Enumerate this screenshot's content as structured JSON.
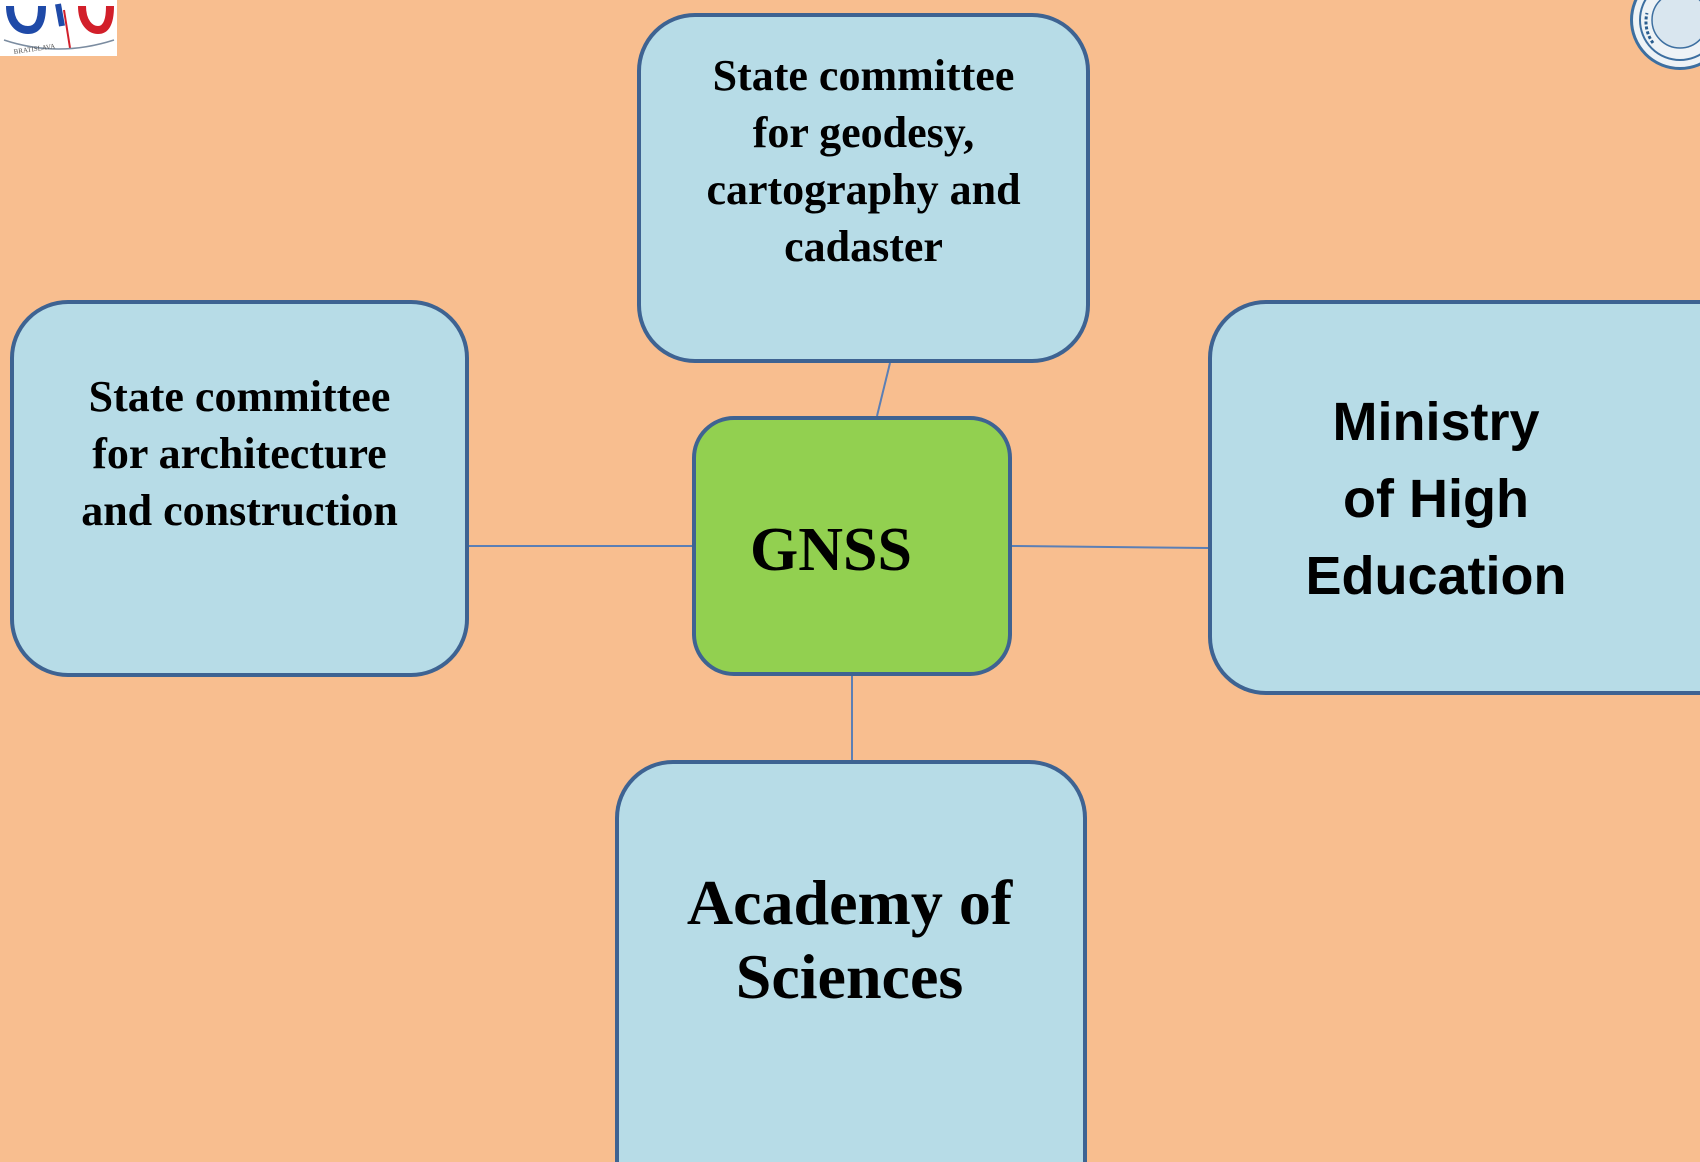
{
  "diagram": {
    "center": {
      "label": "GNSS"
    },
    "nodes": {
      "top": {
        "label": "State committee\nfor geodesy,\ncartography and\ncadaster"
      },
      "left": {
        "label": "State  committee\nfor architecture\nand construction"
      },
      "right": {
        "label": "Ministry\nof High\nEducation"
      },
      "bottom": {
        "label": "Academy of\nSciences"
      }
    }
  },
  "logos": {
    "left": {
      "icon": "university-logo-icon",
      "text": "BRATISLAVA"
    },
    "right": {
      "icon": "university-seal-icon"
    }
  },
  "colors": {
    "background": "#f8be8f",
    "node_fill": "#b7dce7",
    "center_fill": "#92d050",
    "border": "#3e6392",
    "connector": "#5b7fb5"
  }
}
